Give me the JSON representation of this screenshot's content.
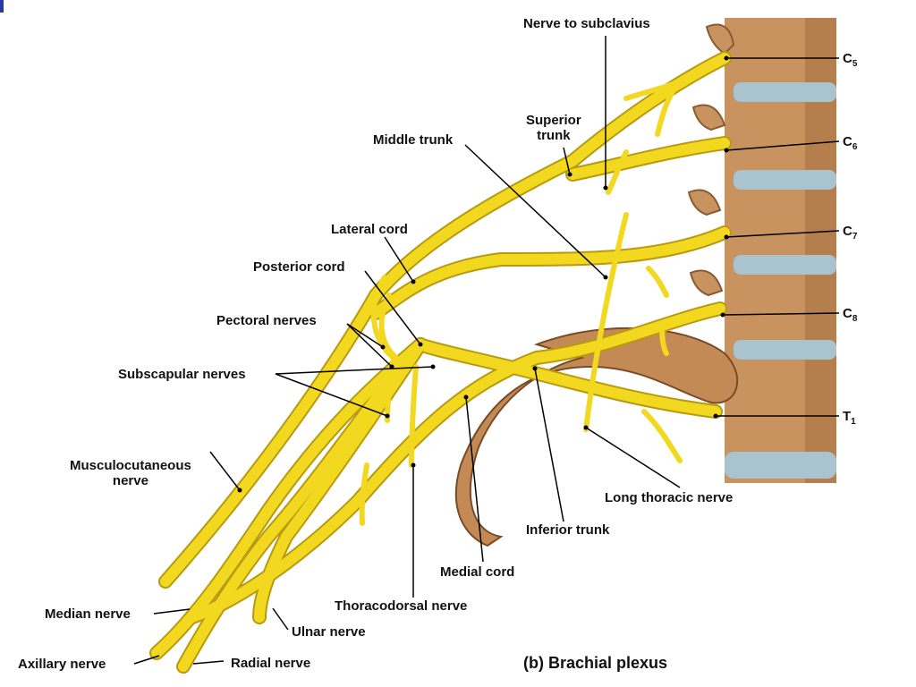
{
  "caption": "(b)  Brachial plexus",
  "labels": {
    "nerve_to_subclavius": "Nerve to subclavius",
    "superior_trunk": "Superior\ntrunk",
    "middle_trunk": "Middle trunk",
    "lateral_cord": "Lateral cord",
    "posterior_cord": "Posterior cord",
    "pectoral_nerves": "Pectoral nerves",
    "subscapular_nerves": "Subscapular nerves",
    "musculocutaneous_nerve": "Musculocutaneous\nnerve",
    "median_nerve": "Median nerve",
    "axillary_nerve": "Axillary nerve",
    "radial_nerve": "Radial nerve",
    "ulnar_nerve": "Ulnar nerve",
    "thoracodorsal_nerve": "Thoracodorsal nerve",
    "medial_cord": "Medial cord",
    "inferior_trunk": "Inferior trunk",
    "long_thoracic_nerve": "Long thoracic nerve"
  },
  "roots": [
    {
      "letter": "C",
      "sub": "5"
    },
    {
      "letter": "C",
      "sub": "6"
    },
    {
      "letter": "C",
      "sub": "7"
    },
    {
      "letter": "C",
      "sub": "8"
    },
    {
      "letter": "T",
      "sub": "1"
    }
  ],
  "colors": {
    "nerve": "#f2d81e",
    "nerve_outline": "#b89a10",
    "bone": "#c9935f",
    "bone_dark": "#8a5a32",
    "disc": "#a9c3cf",
    "leader": "#000000",
    "frame_accent": "#2a3aa0"
  }
}
